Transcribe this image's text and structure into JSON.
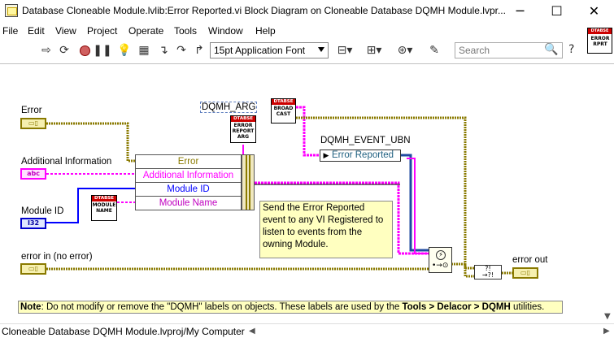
{
  "window": {
    "title": "Database Cloneable Module.lvlib:Error Reported.vi Block Diagram on Cloneable Database DQMH Module.lvpr...",
    "minimize": "─",
    "maximize": "☐",
    "close": "✕"
  },
  "menu": [
    "File",
    "Edit",
    "View",
    "Project",
    "Operate",
    "Tools",
    "Window",
    "Help"
  ],
  "toolbar": {
    "font_value": "15pt Application Font",
    "search_placeholder": "Search"
  },
  "vi_icon": {
    "header": "DTABSE",
    "text": "ERROR RPRT"
  },
  "diagram": {
    "controls": {
      "error": {
        "label": "Error",
        "terminal": "▭▯"
      },
      "additional_information": {
        "label": "Additional Information",
        "terminal": "abc"
      },
      "module_id": {
        "label": "Module ID",
        "terminal": "I32"
      },
      "error_in": {
        "label": "error in (no error)",
        "terminal": "▭▯"
      },
      "error_out": {
        "label": "error out",
        "terminal": "▭▯"
      }
    },
    "dqmh_arg_label": "DQMH_ARG",
    "dqmh_event_label": "DQMH_EVENT_UBN",
    "event_node": "Error Reported",
    "subvis": {
      "error_report_arg": {
        "header": "DTABSE",
        "text": "ERROR REPORT ARG"
      },
      "broadcast": {
        "header": "DTABSE",
        "text": "BROAD CAST"
      },
      "module_name": {
        "header": "DTABSE",
        "text": "MODULE NAME"
      }
    },
    "bundler_rows": [
      "Error",
      "Additional Information",
      "Module ID",
      "Module Name"
    ],
    "comment": "Send the Error Reported event to any VI Registered to listen to events from the owning Module.",
    "note_bold": "Note",
    "note_text": ": Do not modify or remove the \"DQMH\" labels on objects. These labels are used by the ",
    "note_path": "Tools > Delacor > DQMH",
    "note_end": " utilities."
  },
  "status": "Cloneable Database DQMH Module.lvproj/My Computer",
  "colors": {
    "error_wire": "#8a7a00",
    "string_wire": "#ff00ff",
    "int_wire": "#0000ff",
    "event_wire": "#1f4aa0",
    "dtabse_red": "#cc0000"
  }
}
